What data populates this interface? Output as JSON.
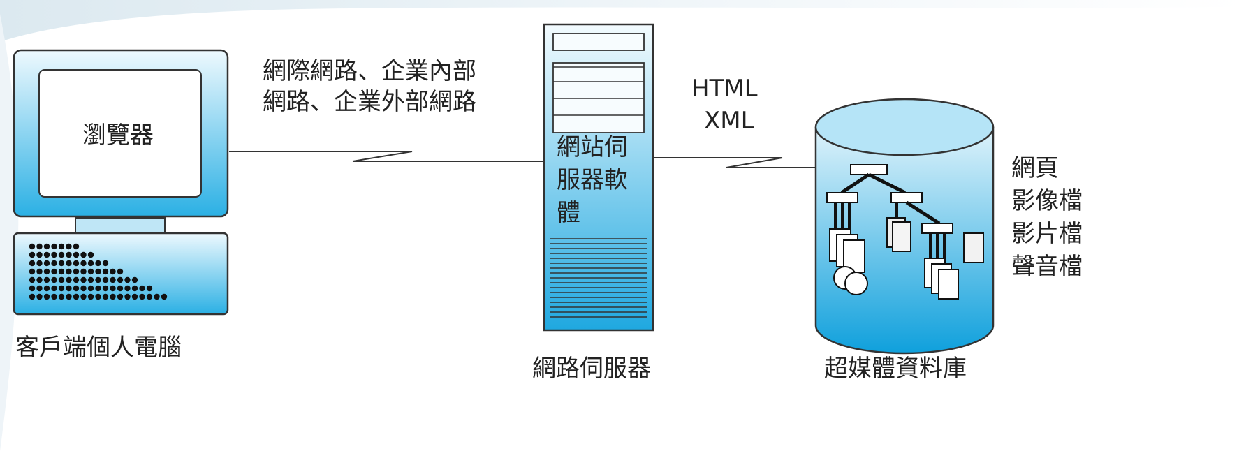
{
  "colors": {
    "fill_top": "#eaf7fd",
    "fill_bottom": "#27aee3",
    "stroke": "#333333",
    "cylinder_top": "#b3e3f7"
  },
  "client": {
    "screen_label": "瀏覽器",
    "caption": "客戶端個人電腦"
  },
  "network": {
    "lines": [
      "網際網路、企業內部",
      "網路、企業外部網路"
    ]
  },
  "server": {
    "software_lines": [
      "網站伺",
      "服器軟",
      "體"
    ],
    "caption": "網路伺服器"
  },
  "protocols": [
    "HTML",
    "XML"
  ],
  "database": {
    "caption": "超媒體資料庫",
    "contents": [
      "網頁",
      "影像檔",
      "影片檔",
      "聲音檔"
    ]
  }
}
